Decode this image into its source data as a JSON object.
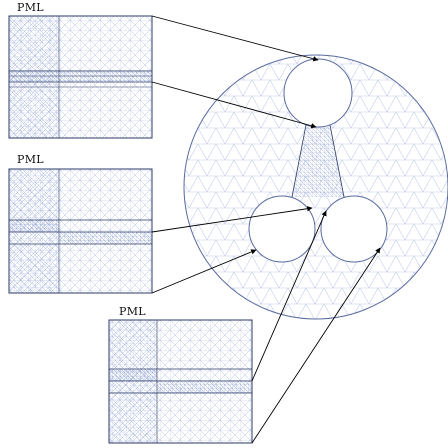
{
  "labels": {
    "pml_1": "PML",
    "pml_2": "PML",
    "pml_3": "PML"
  },
  "colors": {
    "mesh": "#b7c3e3",
    "mesh_dense": "#9aa9d6",
    "frame": "#2c3a66",
    "arrow": "#000000",
    "background": "#ffffff"
  }
}
